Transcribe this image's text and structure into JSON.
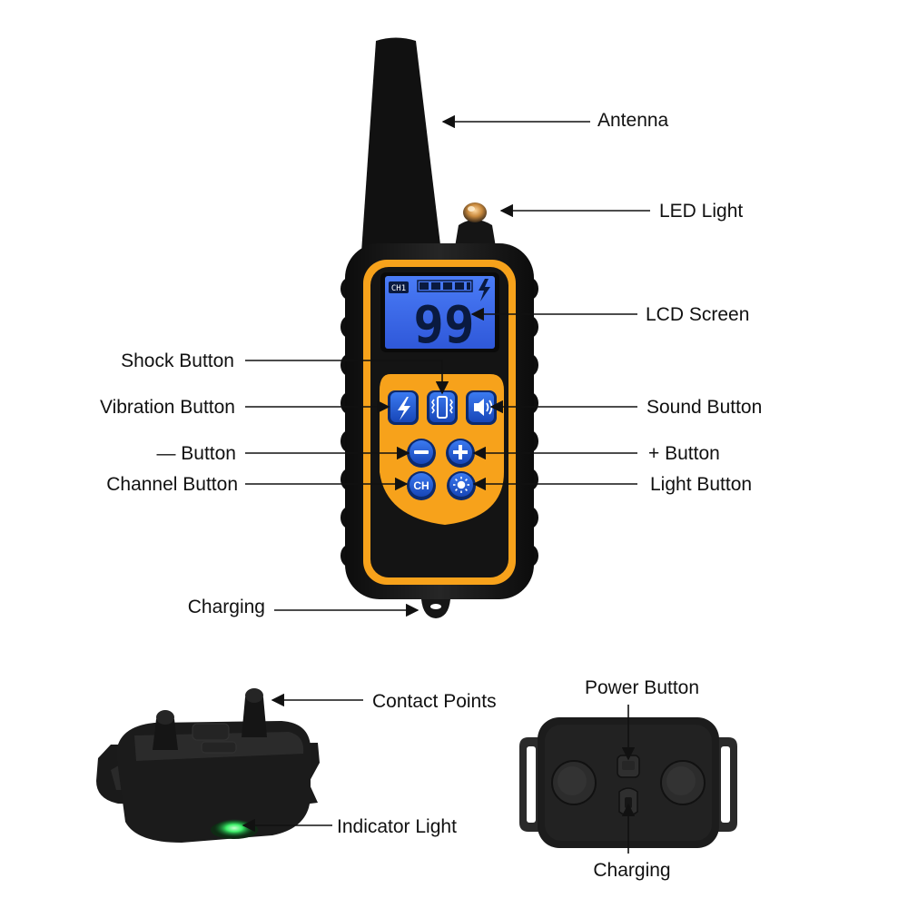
{
  "labels": {
    "antenna": "Antenna",
    "led_light": "LED Light",
    "lcd_screen": "LCD Screen",
    "shock_button": "Shock Button",
    "vibration_button": "Vibration Button",
    "sound_button": "Sound Button",
    "minus_button": "— Button",
    "plus_button": "+ Button",
    "channel_button": "Channel Button",
    "light_button": "Light Button",
    "charging_remote": "Charging",
    "contact_points": "Contact Points",
    "indicator_light": "Indicator Light",
    "power_button": "Power Button",
    "charging_collar": "Charging"
  },
  "lcd": {
    "channel": "CH1",
    "level": "99"
  },
  "buttons": {
    "channel_key": "CH"
  },
  "colors": {
    "accent_orange": "#f7a21b",
    "button_blue": "#1f5ed8",
    "lcd_blue": "#3f6ff0",
    "body_black": "#151515",
    "indicator_green": "#3df06a"
  }
}
